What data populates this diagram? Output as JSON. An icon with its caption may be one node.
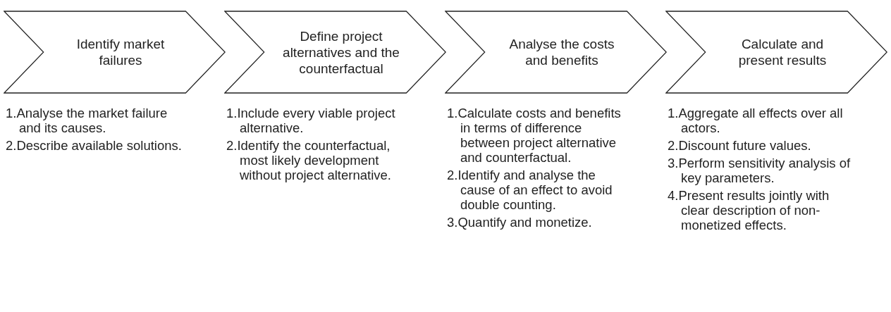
{
  "diagram": {
    "nodes": [
      {
        "text": [
          "Identify market failures"
        ],
        "beside": [
          "1.Analyse the market failure and its causes.",
          "2.Describe available solutions."
        ]
      },
      {
        "text": [
          "Define project alternatives and the counterfactual"
        ],
        "beside": [
          "1.Include every viable project alternative.",
          "2.Identify the counterfactual, most likely development without project alternative."
        ]
      },
      {
        "text": [
          "Analyse the costs and benefits"
        ],
        "beside": [
          "1.Calculate costs and benefits in terms of difference between project alternative and counterfactual.",
          "2.Identify and analyse the cause of an effect to avoid double counting.",
          "3.Quantify and monetize."
        ]
      },
      {
        "text": [
          "Calculate and present results"
        ],
        "beside": [
          "1.Aggregate all effects over all actors.",
          "2.Discount future values.",
          "3.Perform sensitivity analysis of key parameters.",
          "4.Present results jointly with clear description of non-monetized effects."
        ]
      }
    ]
  }
}
